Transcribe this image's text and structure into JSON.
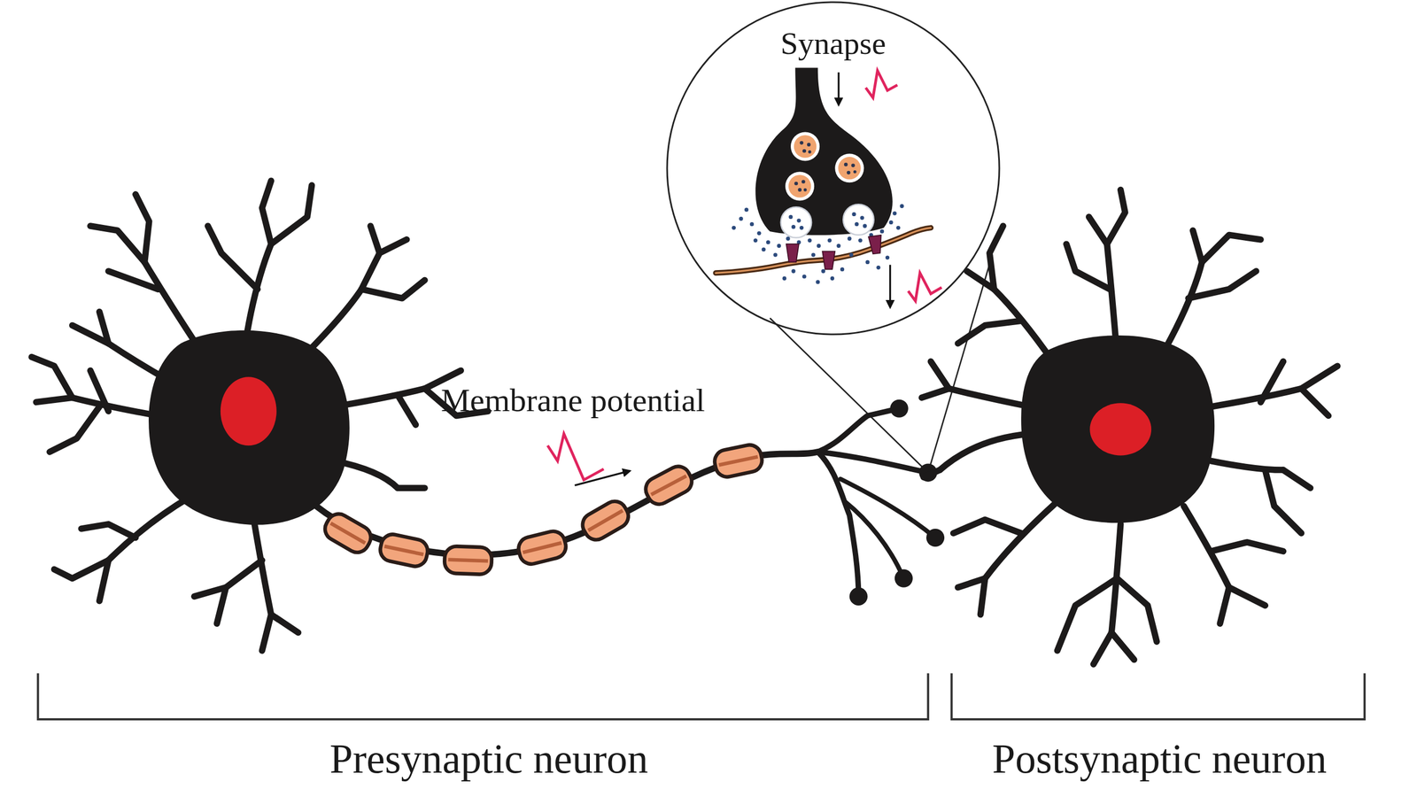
{
  "diagram": {
    "nodes": [
      {
        "text": [
          "Synapse"
        ]
      }
    ],
    "labels": [
      "Membrane potential",
      "Presynaptic neuron",
      "Postsynaptic neuron"
    ]
  }
}
